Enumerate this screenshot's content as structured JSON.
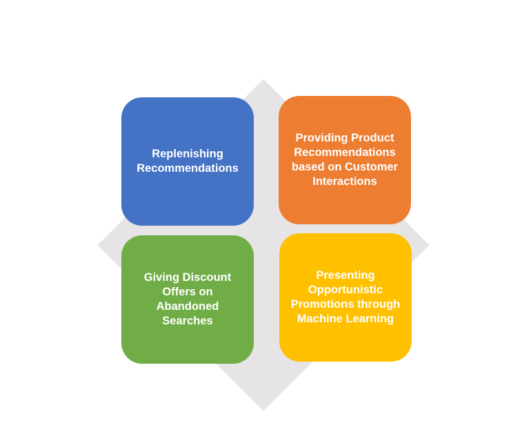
{
  "diagram": {
    "background_color": "#ffffff",
    "diamond_color": "#e6e4e5",
    "tiles": [
      {
        "position": "top-left",
        "color": "#4472c4",
        "lines": [
          "Replenishing",
          "Recommendations"
        ]
      },
      {
        "position": "top-right",
        "color": "#ed7d31",
        "lines": [
          "Providing Product",
          "Recommendations",
          "based on Customer",
          "Interactions"
        ]
      },
      {
        "position": "bottom-left",
        "color": "#70ad47",
        "lines": [
          "Giving Discount",
          "Offers on",
          "Abandoned",
          "Searches"
        ]
      },
      {
        "position": "bottom-right",
        "color": "#ffc000",
        "lines": [
          "Presenting",
          "Opportunistic",
          "Promotions through",
          "Machine Learning"
        ]
      }
    ]
  }
}
